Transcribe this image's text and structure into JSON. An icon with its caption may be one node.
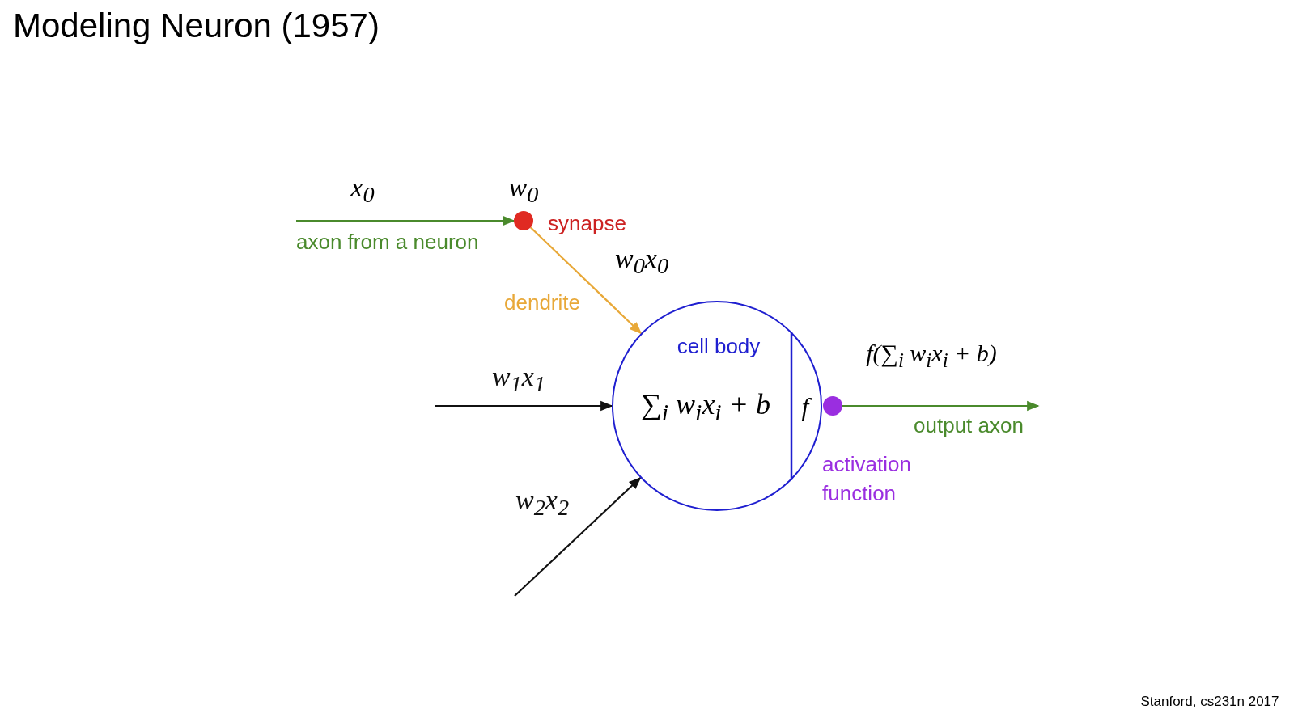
{
  "diagram": {
    "title": "Modeling Neuron (1957)",
    "nodes": [
      {
        "text": [
          "cell body",
          "∑$_{i}$ w$_{i}$x$_{i}$ + b",
          "f"
        ]
      },
      {
        "text": [],
        "shape": "circle",
        "beside": [
          "w$_{0}$",
          "synapse"
        ]
      },
      {
        "text": [],
        "shape": "circle",
        "beside": [
          "f(∑$_{i}$ w$_{i}$x$_{i}$ + b)"
        ]
      }
    ],
    "edges": [
      {
        "from": null,
        "to": 1,
        "arrow": "to",
        "label": "axon from a neuron",
        "color": "#4a8a2c"
      },
      {
        "from": 1,
        "to": 0,
        "arrow": "to",
        "label": "dendrite",
        "color": "#e8a838"
      },
      {
        "from": null,
        "to": 0,
        "arrow": "to",
        "label": "w$_{1}$x$_{1}$",
        "color": "#111111"
      },
      {
        "from": null,
        "to": 0,
        "arrow": "to",
        "label": "w$_{2}$x$_{2}$",
        "color": "#111111"
      },
      {
        "from": 2,
        "to": null,
        "arrow": "to",
        "label": "output axon",
        "color": "#4a8a2c"
      }
    ],
    "labels": [
      "x$_{0}$",
      "w$_{0}$x$_{0}$",
      "activation function",
      "Stanford, cs231n 2017"
    ]
  }
}
